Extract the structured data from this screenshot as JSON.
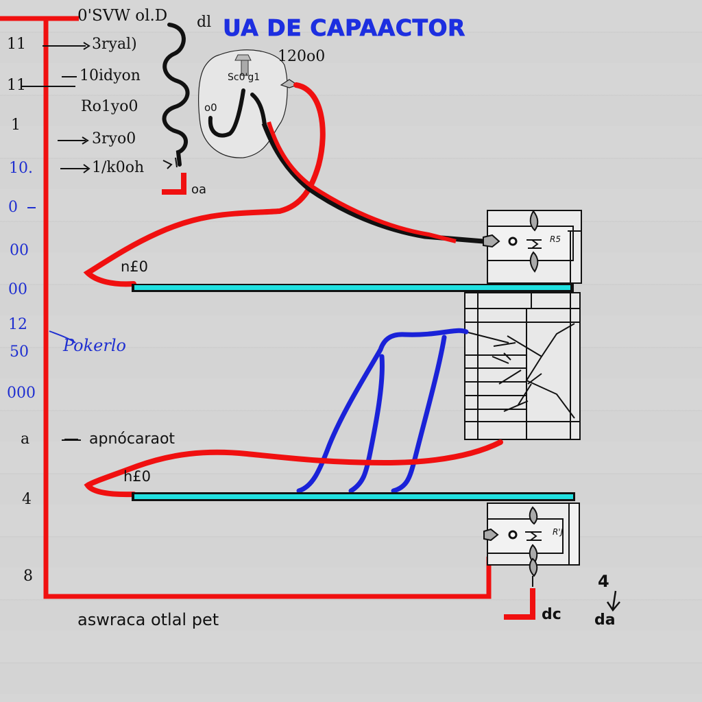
{
  "title": "UA DE CAPAACTOR",
  "header": {
    "prefix": "dl",
    "top_label": "0'SVW ol.D",
    "value_label": "120o0"
  },
  "left_axis": {
    "ticks": [
      "11",
      "11",
      "1",
      "10.",
      "0",
      "00",
      "00",
      "12",
      "50",
      "000",
      "a",
      "4",
      "8"
    ],
    "tick_colors": [
      "black",
      "black",
      "black",
      "blue",
      "blue",
      "blue",
      "blue",
      "blue",
      "blue",
      "blue",
      "black",
      "black",
      "black"
    ]
  },
  "legend_labels": [
    "3ryal)",
    "10idyon",
    "Ro1yo0",
    "3ryo0",
    "1/k0oh"
  ],
  "component_labels": {
    "source_inner": "Sc0'g1",
    "source_side": "o0",
    "coil_bottom": "oa",
    "loop_upper": "n£0",
    "loop_lower": "h£0",
    "pointer_label": "Pokerlo",
    "middle_note": "apnócaraot",
    "switch_upper": "R5",
    "switch_lower": "R'J",
    "bottom_terminal": "dc",
    "corner_number": "4",
    "corner_label": "da"
  },
  "footer": {
    "caption": "aswraca otlal pet"
  },
  "colors": {
    "background": "#d3d3d3",
    "red_wire": "#f01010",
    "blue_wire": "#1a22d8",
    "cyan_plate": "#20e0e0",
    "title_blue": "#1d2fe0",
    "ink": "#111111"
  }
}
